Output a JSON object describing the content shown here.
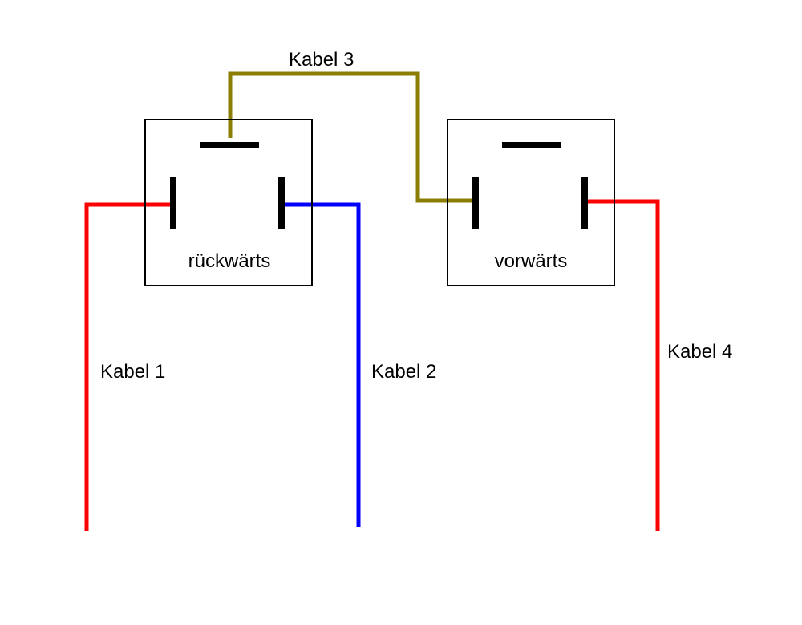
{
  "cables": {
    "kabel1": "Kabel 1",
    "kabel2": "Kabel 2",
    "kabel3": "Kabel 3",
    "kabel4": "Kabel 4"
  },
  "switches": {
    "left": "rückwärts",
    "right": "vorwärts"
  },
  "colors": {
    "kabel1": "#ff0000",
    "kabel2": "#0000ff",
    "kabel3": "#8a7d00",
    "kabel4": "#ff0000",
    "contact": "#000000",
    "box_border": "#000000",
    "background": "#ffffff"
  }
}
